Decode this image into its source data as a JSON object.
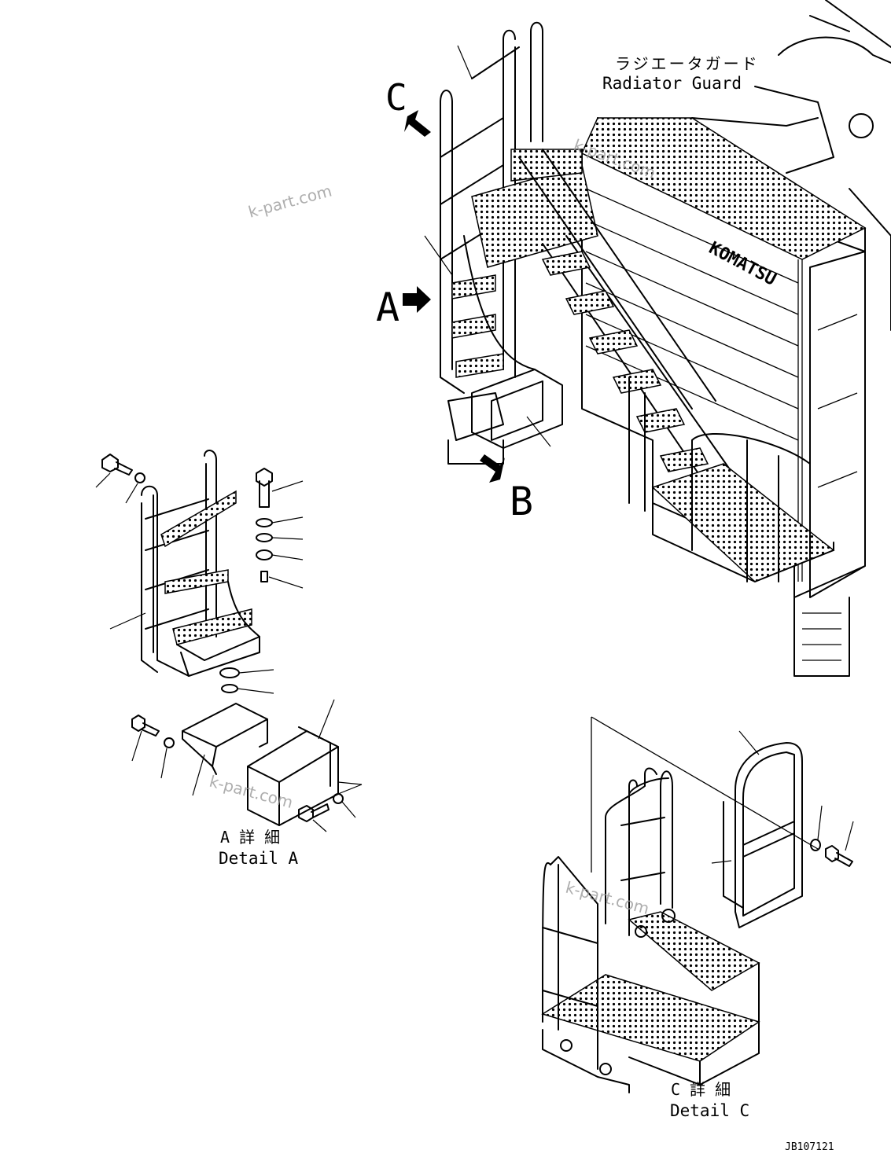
{
  "labels": {
    "radiator_jp": "ラジエータガード",
    "radiator_en": "Radiator Guard",
    "view_a": "A",
    "view_b": "B",
    "view_c": "C",
    "detail_a_jp": "A 詳 細",
    "detail_a_en": "Detail A",
    "detail_c_jp": "C 詳 細",
    "detail_c_en": "Detail C",
    "drawing_id": "JB107121",
    "brand": "KOMATSU"
  },
  "watermarks": [
    "k-part.com",
    "k-part.com",
    "k-part.com",
    "k-part.com"
  ]
}
